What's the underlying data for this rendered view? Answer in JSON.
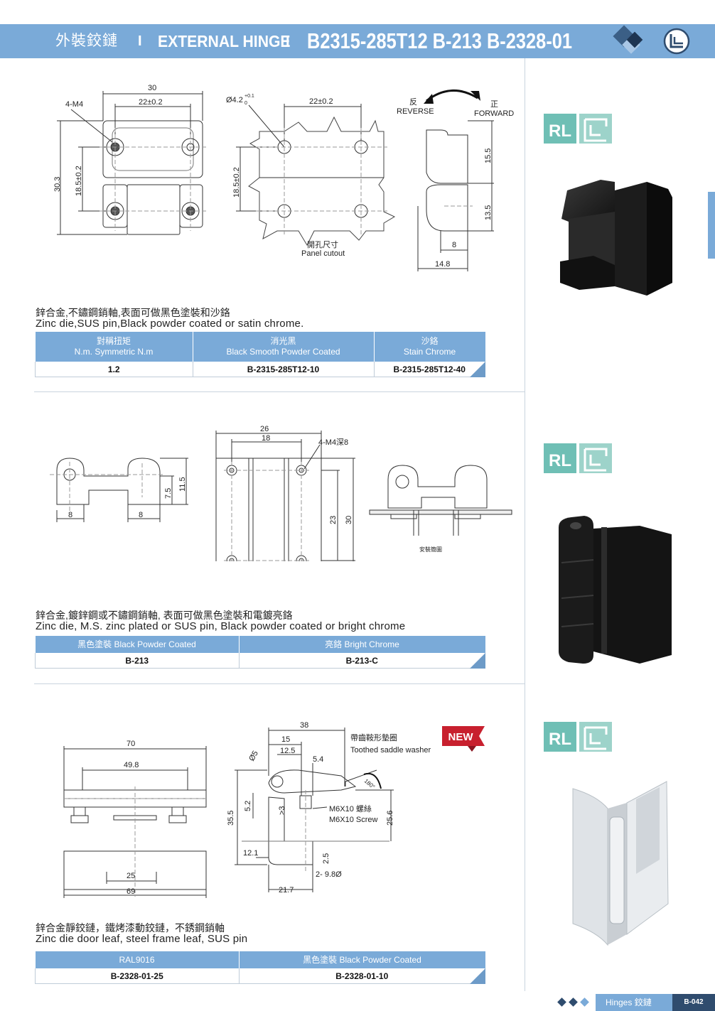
{
  "header": {
    "title_cn": "外裝鉸鏈",
    "separator": "I",
    "title_en": "EXTERNAL HINGE",
    "codes": "B2315-285T12  B-213  B-2328-01"
  },
  "badges": {
    "rl": "RL"
  },
  "section1": {
    "drawing": {
      "dim_30": "30",
      "dim_22": "22±0.2",
      "dim_4m4": "4-M4",
      "dim_303": "30.3",
      "dim_185": "18.5±0.2",
      "dim_phi": "Ø4.2",
      "dim_phi_tol_top": "+0.1",
      "dim_phi_tol_bot": "0",
      "dim_22b": "22±0.2",
      "dim_185b": "18.5±0.2",
      "cutout_cn": "開孔尺寸",
      "cutout_en": "Panel cutout",
      "rev_cn": "反",
      "rev_en": "REVERSE",
      "fwd_cn": "正",
      "fwd_en": "FORWARD",
      "dim_155": "15.5",
      "dim_135": "13.5",
      "dim_8": "8",
      "dim_148": "14.8"
    },
    "desc_cn": "鋅合金,不鏽鋼銷軸,表面可做黑色塗裝和沙鉻",
    "desc_en": "Zinc die,SUS pin,Black powder coated or satin chrome.",
    "table": {
      "headers": [
        {
          "cn": "對稱扭矩",
          "en": "N.m. Symmetric N.m"
        },
        {
          "cn": "消光黑",
          "en": "Black Smooth Powder Coated"
        },
        {
          "cn": "沙鉻",
          "en": "Stain Chrome"
        }
      ],
      "row": [
        "1.2",
        "B-2315-285T12-10",
        "B-2315-285T12-40"
      ]
    }
  },
  "section2": {
    "drawing": {
      "dim_8a": "8",
      "dim_8b": "8",
      "dim_75": "7.5",
      "dim_115": "11.5",
      "dim_26": "26",
      "dim_18": "18",
      "dim_4m4": "4-M4深8",
      "dim_23": "23",
      "dim_30": "30",
      "install_cn": "安裝簡圖"
    },
    "desc_cn": "鋅合金,鍍鋅鋼或不鏽鋼銷軸, 表面可做黑色塗裝和電鍍亮鉻",
    "desc_en": "Zinc die, M.S. zinc plated or SUS pin, Black powder coated or bright chrome",
    "table": {
      "headers": [
        "黑色塗裝 Black Powder Coated",
        "亮鉻 Bright Chrome"
      ],
      "row": [
        "B-213",
        "B-213-C"
      ]
    }
  },
  "section3": {
    "drawing": {
      "dim_70": "70",
      "dim_498": "49.8",
      "dim_25": "25",
      "dim_69": "69",
      "dim_38": "38",
      "dim_15": "15",
      "dim_125": "12.5",
      "dim_54": "5.4",
      "dim_phi5": "Ø5",
      "dim_355": "35.5",
      "dim_52": "5.2",
      "dim_3": ">3",
      "dim_121": "12.1",
      "dim_25b": "2.5",
      "dim_217": "21.7",
      "dim_256": "25.6",
      "dim_98": "2-  9.8Ø",
      "angle": "180°",
      "washer_cn": "帶齒鞍形墊圈",
      "washer_en": "Toothed saddle washer",
      "screw_cn": "M6X10 螺絲",
      "screw_en": "M6X10 Screw",
      "new_tag": "NEW"
    },
    "desc_cn": "鋅合金靜鉸鏈，鐵烤漆動鉸鏈，不銹鋼銷軸",
    "desc_en": "Zinc die  door leaf, steel frame leaf, SUS pin",
    "table": {
      "headers": [
        "RAL9016",
        "黑色塗裝 Black Powder Coated"
      ],
      "row": [
        "B-2328-01-25",
        "B-2328-01-10"
      ]
    }
  },
  "footer": {
    "label": "Hinges 鉸鏈",
    "page": "B-042"
  },
  "colors": {
    "accent": "#7aaad8",
    "dark": "#2f4c6e",
    "new_red": "#c8202e"
  }
}
